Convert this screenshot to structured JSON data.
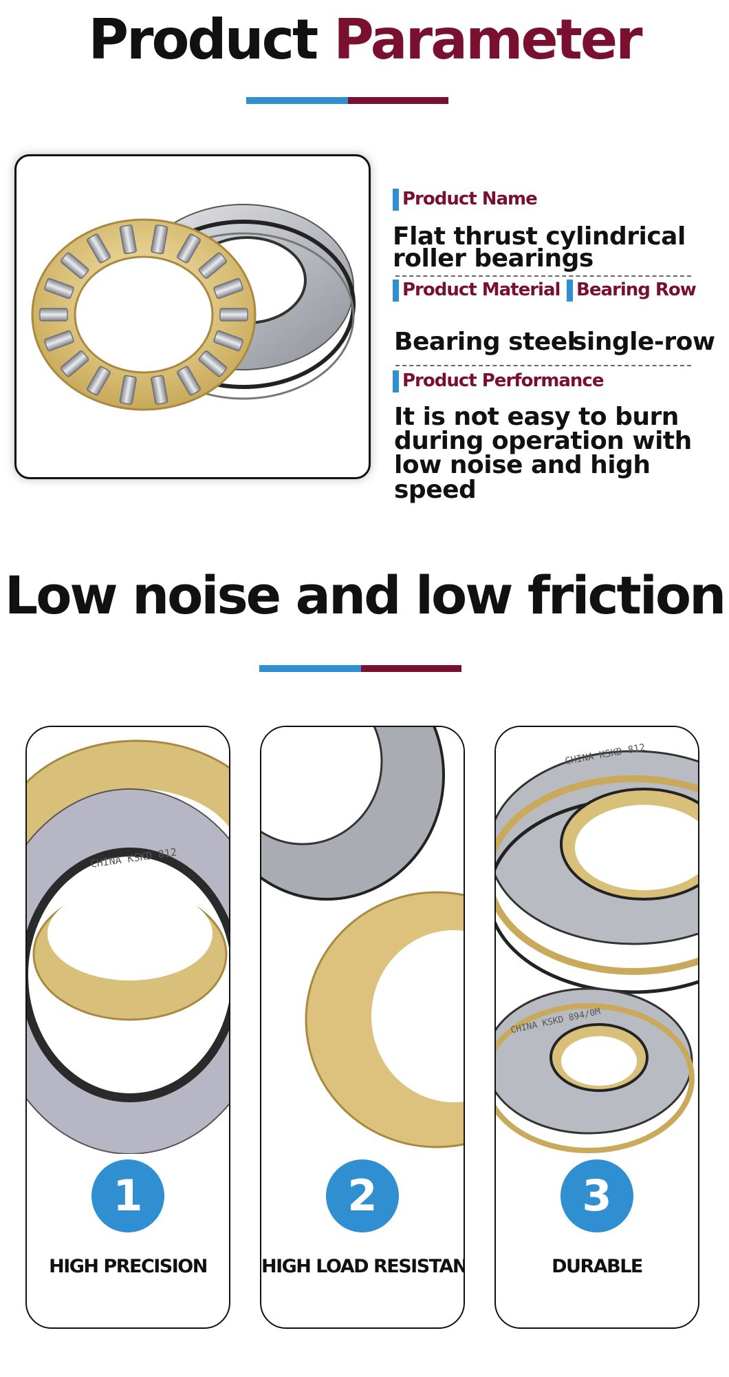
{
  "colors": {
    "blue": "#2f8fd0",
    "maroon": "#7a1030",
    "text": "#111111",
    "gold": "#d8c07a"
  },
  "section1": {
    "title_part1": "Product",
    "title_part2": "Parameter"
  },
  "params": {
    "name_label": "Product Name",
    "name_value_line1": "Flat thrust cylindrical",
    "name_value_line2": "roller bearings",
    "material_label": "Product Material",
    "row_label": "Bearing Row",
    "material_value": "Bearing steel",
    "row_value": "single-row",
    "performance_label": "Product Performance",
    "performance_line1": "It is not easy to burn",
    "performance_line2": "during operation with",
    "performance_line3": "low noise and high speed"
  },
  "section2": {
    "title": "Low noise and low friction"
  },
  "features": [
    {
      "number": "1",
      "label": "HIGH PRECISION",
      "engraving": "CHINA KSKD 812"
    },
    {
      "number": "2",
      "label": "HIGH LOAD RESISTANCE"
    },
    {
      "number": "3",
      "label": "DURABLE",
      "engraving": "CHINA KSKD 812",
      "engraving2": "CHINA KSKD 894/0M"
    }
  ]
}
